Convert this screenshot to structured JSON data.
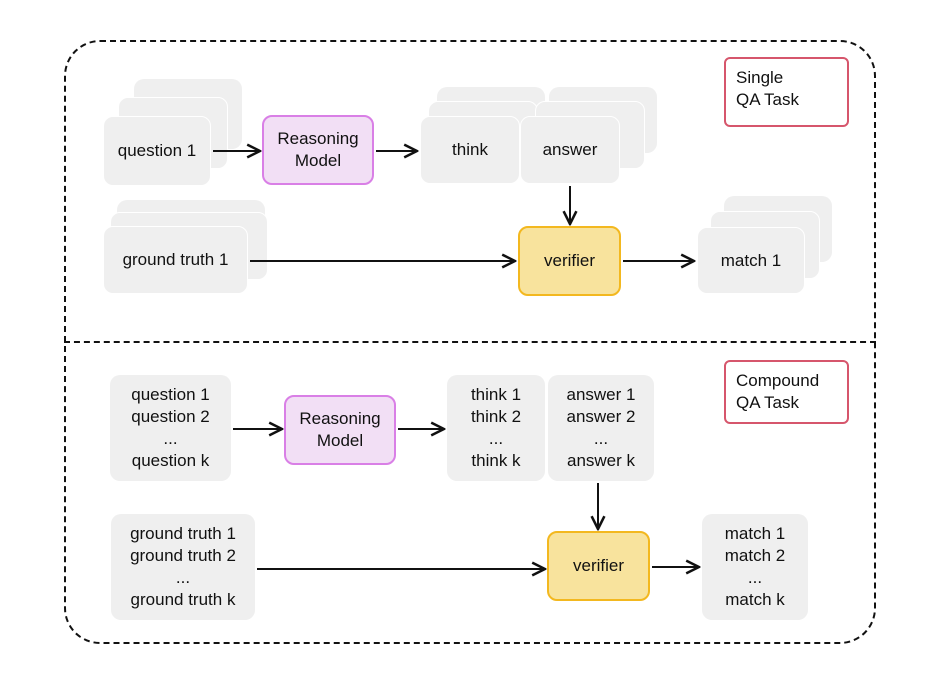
{
  "single": {
    "tag_line1": "Single",
    "tag_line2": "QA Task",
    "question": "question 1",
    "model_line1": "Reasoning",
    "model_line2": "Model",
    "think": "think",
    "answer": "answer",
    "ground_truth": "ground truth 1",
    "verifier": "verifier",
    "match": "match 1"
  },
  "compound": {
    "tag_line1": "Compound",
    "tag_line2": "QA Task",
    "questions": [
      "question 1",
      "question 2",
      "...",
      "question k"
    ],
    "model_line1": "Reasoning",
    "model_line2": "Model",
    "thinks": [
      "think 1",
      "think 2",
      "...",
      "think k"
    ],
    "answers": [
      "answer 1",
      "answer 2",
      "...",
      "answer k"
    ],
    "ground_truths": [
      "ground truth 1",
      "ground truth 2",
      "...",
      "ground truth k"
    ],
    "verifier": "verifier",
    "matches": [
      "match 1",
      "match 2",
      "...",
      "match k"
    ]
  },
  "colors": {
    "box_gray": "#efefef",
    "model_fill": "#f2dff5",
    "model_border": "#d97fe6",
    "verifier_fill": "#f8e39d",
    "verifier_border": "#f3b81f",
    "tag_border": "#d6566c"
  }
}
